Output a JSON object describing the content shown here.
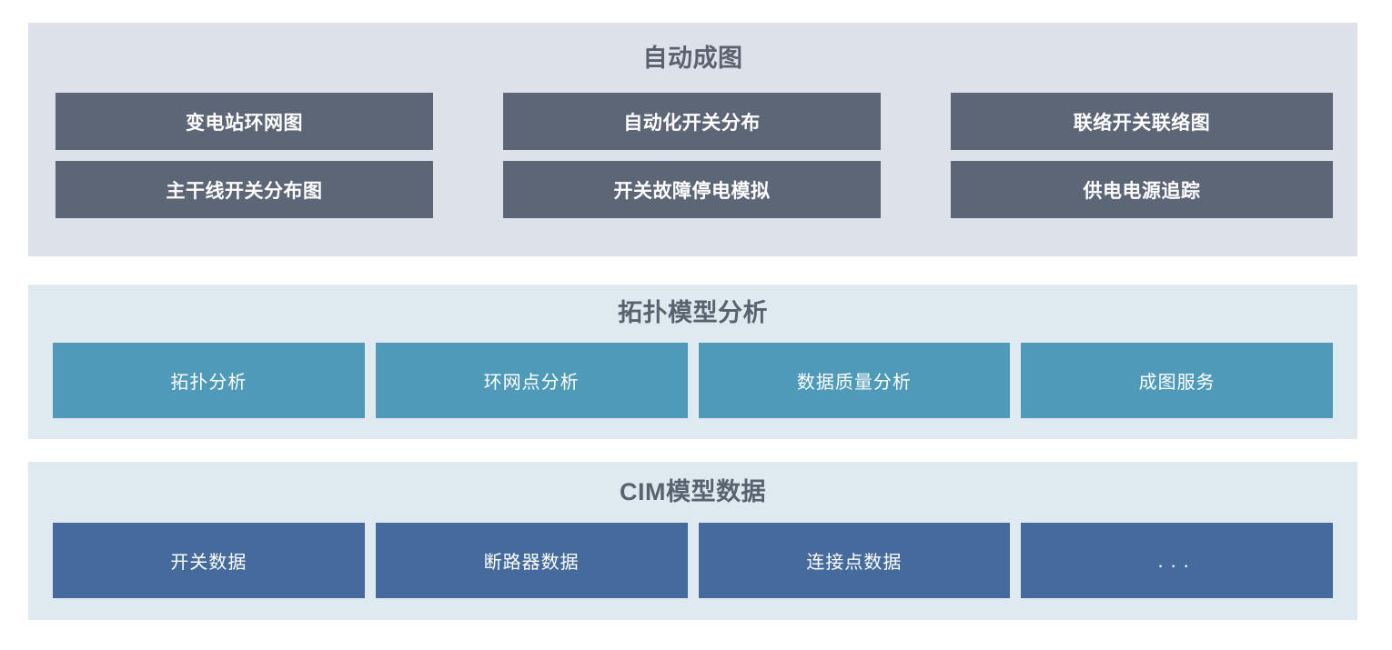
{
  "colors": {
    "panel_automap_bg": "#dde1ea",
    "panel_data_bg": "#deeaf0",
    "button_slate": "#5d6676",
    "button_teal": "#4e9ab8",
    "button_steel": "#446b9c",
    "title_text": "#5a626f",
    "button_text": "#ffffff",
    "page_bg": "#ffffff"
  },
  "panels": {
    "automap": {
      "title": "自动成图",
      "buttons": [
        {
          "label": "变电站环网图"
        },
        {
          "label": "自动化开关分布"
        },
        {
          "label": "联络开关联络图"
        },
        {
          "label": "主干线开关分布图"
        },
        {
          "label": "开关故障停电模拟"
        },
        {
          "label": "供电电源追踪"
        }
      ]
    },
    "topology": {
      "title": "拓扑模型分析",
      "buttons": [
        {
          "label": "拓扑分析"
        },
        {
          "label": "环网点分析"
        },
        {
          "label": "数据质量分析"
        },
        {
          "label": "成图服务"
        }
      ]
    },
    "cim": {
      "title": "CIM模型数据",
      "buttons": [
        {
          "label": "开关数据"
        },
        {
          "label": "断路器数据"
        },
        {
          "label": "连接点数据"
        },
        {
          "label": "..."
        }
      ]
    }
  }
}
